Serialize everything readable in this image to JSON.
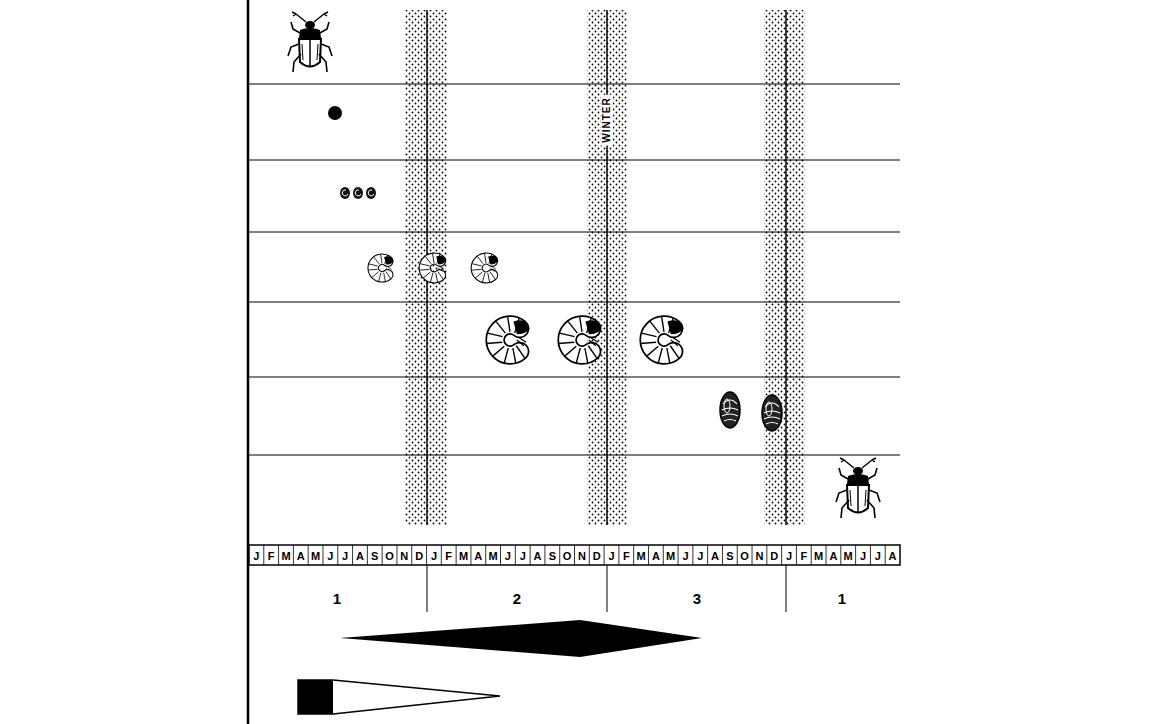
{
  "diagram": {
    "labels": [
      "WINTER",
      "J",
      "F",
      "M",
      "A",
      "M",
      "J",
      "J",
      "A",
      "S",
      "O",
      "N",
      "D",
      "J",
      "F",
      "M",
      "A",
      "M",
      "J",
      "J",
      "A",
      "S",
      "O",
      "N",
      "D",
      "J",
      "F",
      "M",
      "A",
      "M",
      "J",
      "J",
      "A",
      "S",
      "O",
      "N",
      "D",
      "J",
      "F",
      "M",
      "A",
      "M",
      "J",
      "J",
      "A",
      "1",
      "2",
      "3",
      "1"
    ]
  }
}
